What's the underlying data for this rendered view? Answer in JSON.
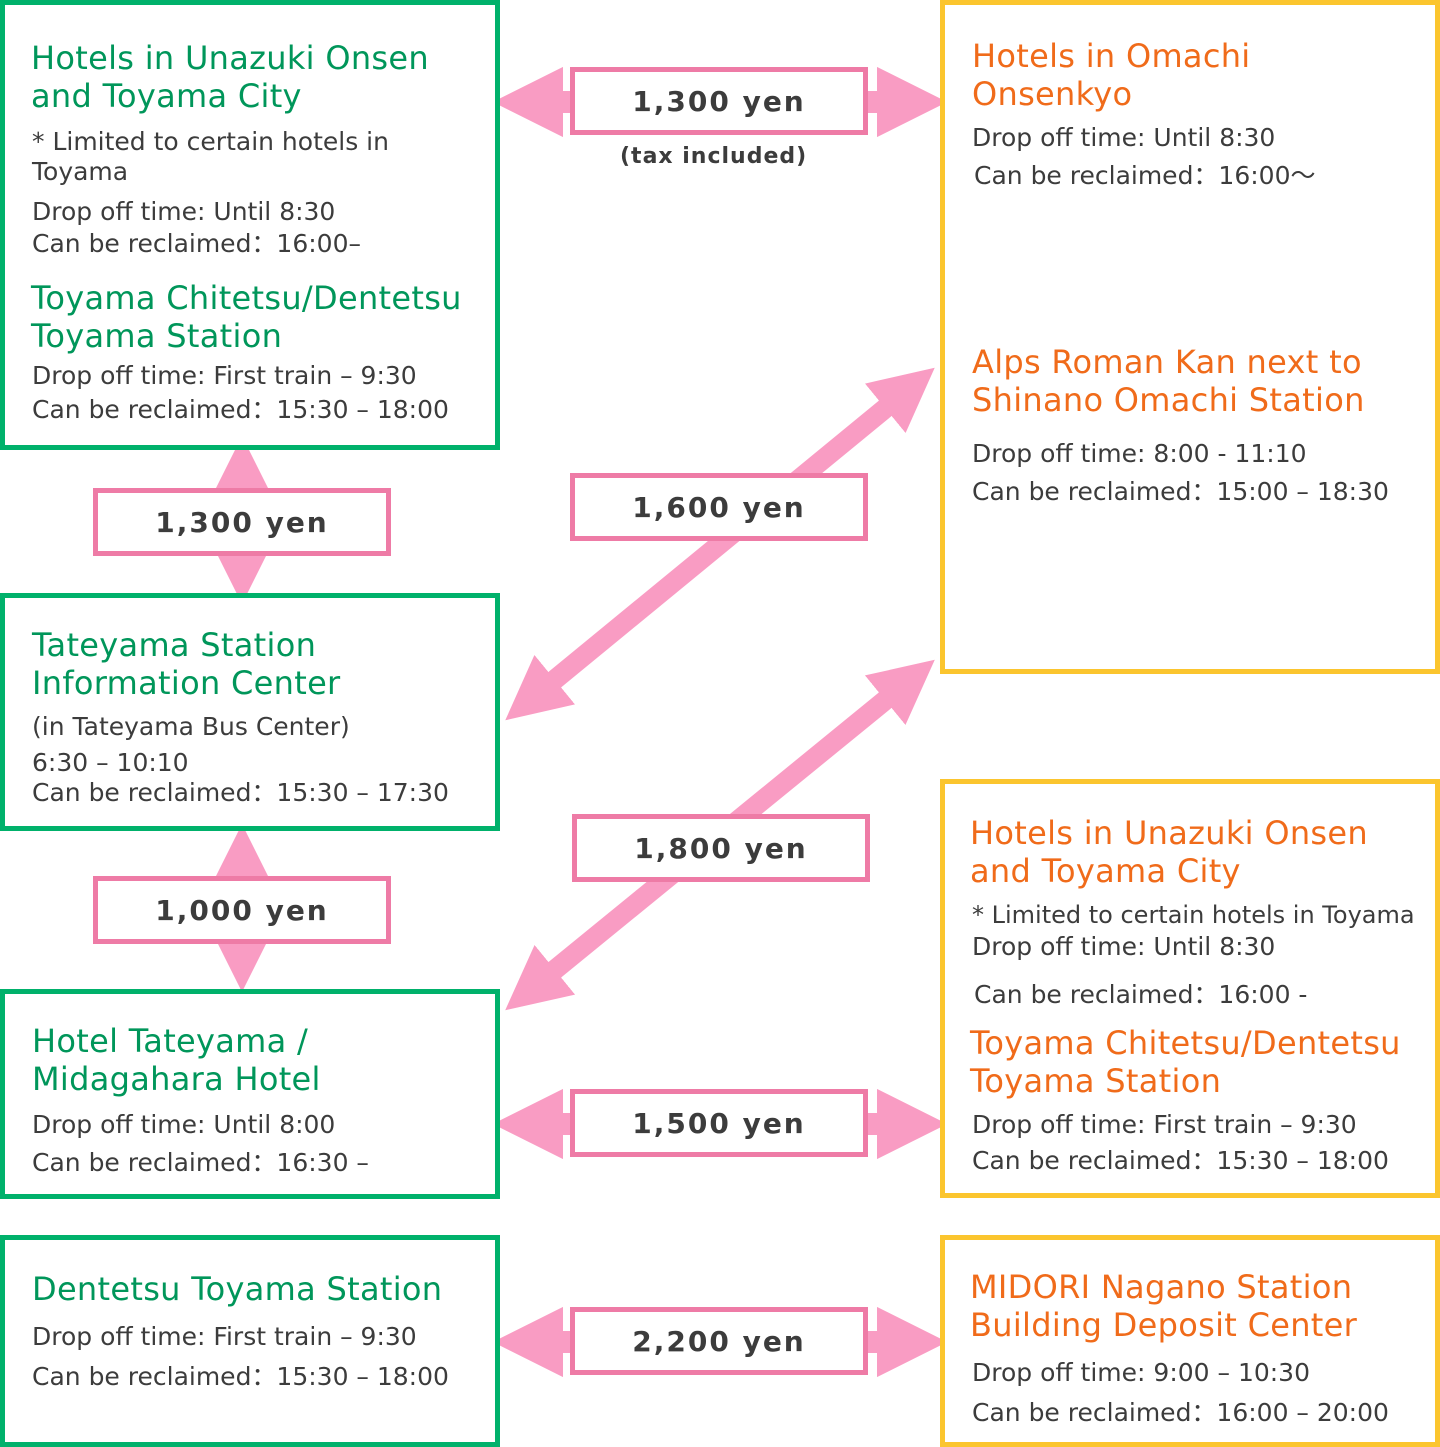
{
  "colors": {
    "green": "#00b16b",
    "yellow": "#fbc52e",
    "arrow": "#f99cc3",
    "price_border": "#ee7ba6"
  },
  "left": [
    {
      "title1": "Hotels in Unazuki Onsen\nand Toyama City",
      "note1": "* Limited to certain hotels in\nToyama",
      "drop1": "Drop off time: Until 8:30",
      "reclaim1": "Can be reclaimed：16:00–",
      "title2": "Toyama Chitetsu/Dentetsu\nToyama Station",
      "drop2": "Drop off time: First train – 9:30",
      "reclaim2": "Can be reclaimed：15:30 – 18:00"
    },
    {
      "title": "Tateyama Station\nInformation Center",
      "sub": "(in Tateyama Bus Center)",
      "drop": "6:30 – 10:10",
      "reclaim": "Can be reclaimed：15:30 – 17:30"
    },
    {
      "title": "Hotel Tateyama /\nMidagahara Hotel",
      "drop": "Drop off time: Until 8:00",
      "reclaim": "Can be reclaimed：16:30 –"
    },
    {
      "title": "Dentetsu Toyama Station",
      "drop": "Drop off time: First train – 9:30",
      "reclaim": "Can be reclaimed：15:30 – 18:00"
    }
  ],
  "right": [
    {
      "title1": "Hotels in Omachi\nOnsenkyo",
      "drop1": "Drop off time: Until 8:30",
      "reclaim1": "Can be reclaimed：16:00～",
      "title2": "Alps Roman Kan next to\nShinano Omachi Station",
      "drop2": "Drop off time: 8:00 - 11:10",
      "reclaim2": "Can be reclaimed：15:00 – 18:30"
    },
    {
      "title1": "Hotels in Unazuki Onsen\nand Toyama City",
      "note1": "* Limited to certain hotels in Toyama",
      "drop1": "Drop off time: Until 8:30",
      "reclaim1": "Can be reclaimed：16:00 -",
      "title2": "Toyama Chitetsu/Dentetsu\nToyama Station",
      "drop2": "Drop off time: First train – 9:30",
      "reclaim2": "Can be reclaimed：15:30 – 18:00"
    },
    {
      "title": "MIDORI Nagano Station\nBuilding Deposit Center",
      "drop": "Drop off time: 9:00 – 10:30",
      "reclaim": "Can be reclaimed：16:00 – 20:00"
    }
  ],
  "prices": {
    "top": "1,300 yen",
    "tax_note": "(tax included)",
    "left_upper": "1,300 yen",
    "left_lower": "1,000 yen",
    "diag_upper": "1,600 yen",
    "diag_lower": "1,800 yen",
    "middle": "1,500 yen",
    "bottom": "2,200 yen"
  }
}
